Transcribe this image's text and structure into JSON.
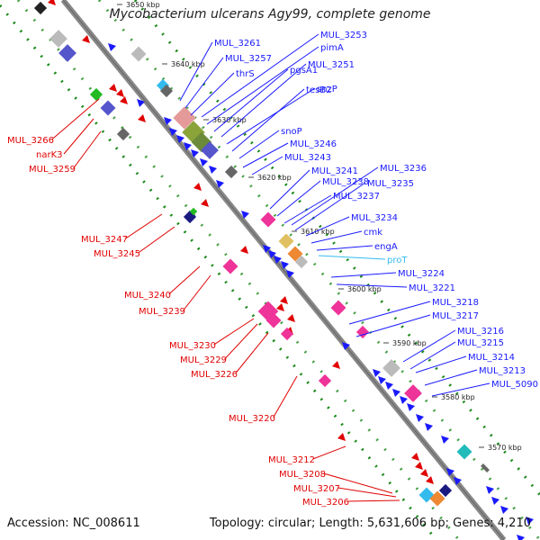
{
  "title": "Mycobacterium ulcerans Agy99, complete genome",
  "accession": "Accession: NC_008611",
  "topology": "Topology: circular; Length: 5,631,606 bp; Genes: 4,210",
  "ticks": [
    "3650 kbp",
    "3640 kbp",
    "3630 kbp",
    "3620 kbp",
    "3610 kbp",
    "3600 kbp",
    "3590 kbp",
    "3580 kbp",
    "3570 kbp"
  ],
  "blue_labels": [
    "MUL_3261",
    "MUL_3257",
    "thrS",
    "MUL_3253",
    "pimA",
    "pgsA1",
    "MUL_3251",
    "snzP",
    "tesB2",
    "snoP",
    "MUL_3246",
    "MUL_3243",
    "MUL_3241",
    "MUL_3238",
    "MUL_3237",
    "MUL_3236",
    "MUL_3235",
    "MUL_3234",
    "cmk",
    "engA",
    "MUL_3224",
    "MUL_3221",
    "MUL_3218",
    "MUL_3217",
    "MUL_3216",
    "MUL_3215",
    "MUL_3214",
    "MUL_3213",
    "MUL_5090"
  ],
  "cyan_labels": [
    "proT"
  ],
  "red_labels": [
    "MUL_3266",
    "narK3",
    "MUL_3259",
    "MUL_3247",
    "MUL_3245",
    "MUL_3240",
    "MUL_3239",
    "MUL_3230",
    "MUL_3229",
    "MUL_3226",
    "MUL_3220",
    "MUL_3212",
    "MUL_3208",
    "MUL_3207",
    "MUL_3206"
  ],
  "colors": {
    "forward": "#1a1aff",
    "reverse": "#e00000",
    "rna": "#33bbee",
    "backbone": "#888888",
    "gc_track": "#1a8a1a"
  }
}
